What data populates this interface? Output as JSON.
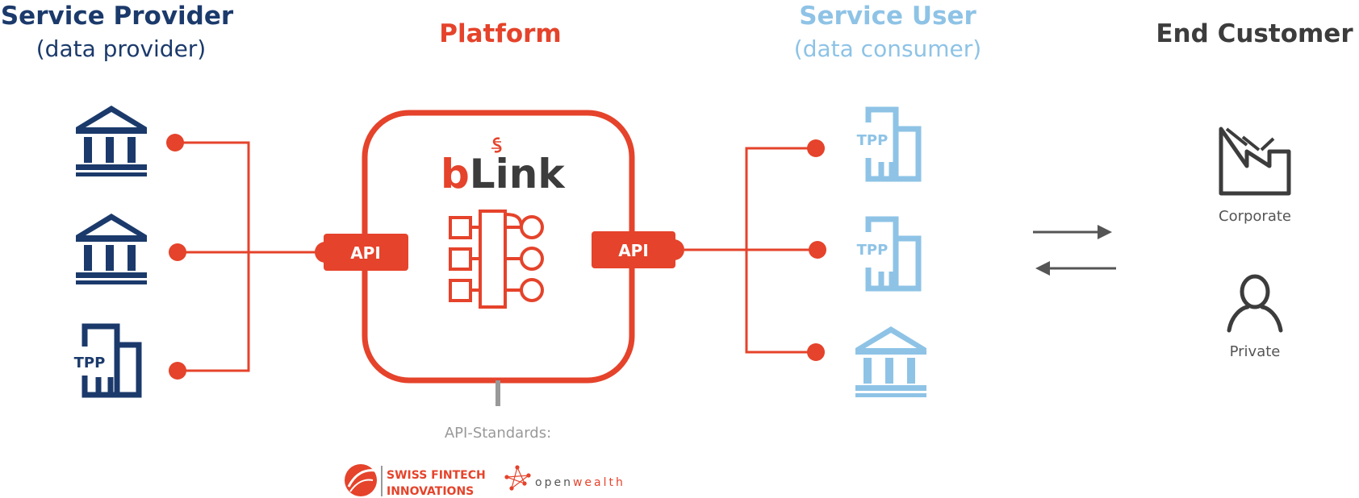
{
  "columns": {
    "provider": {
      "title": "Service Provider",
      "subtitle": "(data provider)"
    },
    "platform": {
      "title": "Platform"
    },
    "user": {
      "title": "Service User",
      "subtitle": "(data consumer)"
    },
    "customer": {
      "title": "End Customer"
    }
  },
  "platform_box": {
    "brand": "bLink",
    "api_left": "API",
    "api_right": "API",
    "standards_label": "API-Standards:",
    "standards": [
      {
        "name_line1": "SWISS FINTECH",
        "name_line2": "INNOVATIONS"
      },
      {
        "name_prefix": "open",
        "name_suffix": "wealth"
      }
    ]
  },
  "providers": [
    {
      "icon": "bank-icon"
    },
    {
      "icon": "bank-icon"
    },
    {
      "icon": "tpp-building-icon",
      "tag": "TPP"
    }
  ],
  "users": [
    {
      "icon": "tpp-building-icon",
      "tag": "TPP"
    },
    {
      "icon": "tpp-building-icon",
      "tag": "TPP"
    },
    {
      "icon": "bank-icon"
    }
  ],
  "customers": [
    {
      "icon": "factory-icon",
      "label": "Corporate"
    },
    {
      "icon": "person-icon",
      "label": "Private"
    }
  ],
  "colors": {
    "navy": "#1b3a6b",
    "orange": "#e5432b",
    "light_blue": "#8ec3e6",
    "dark_gray": "#3c3c3c",
    "gray": "#999999"
  }
}
